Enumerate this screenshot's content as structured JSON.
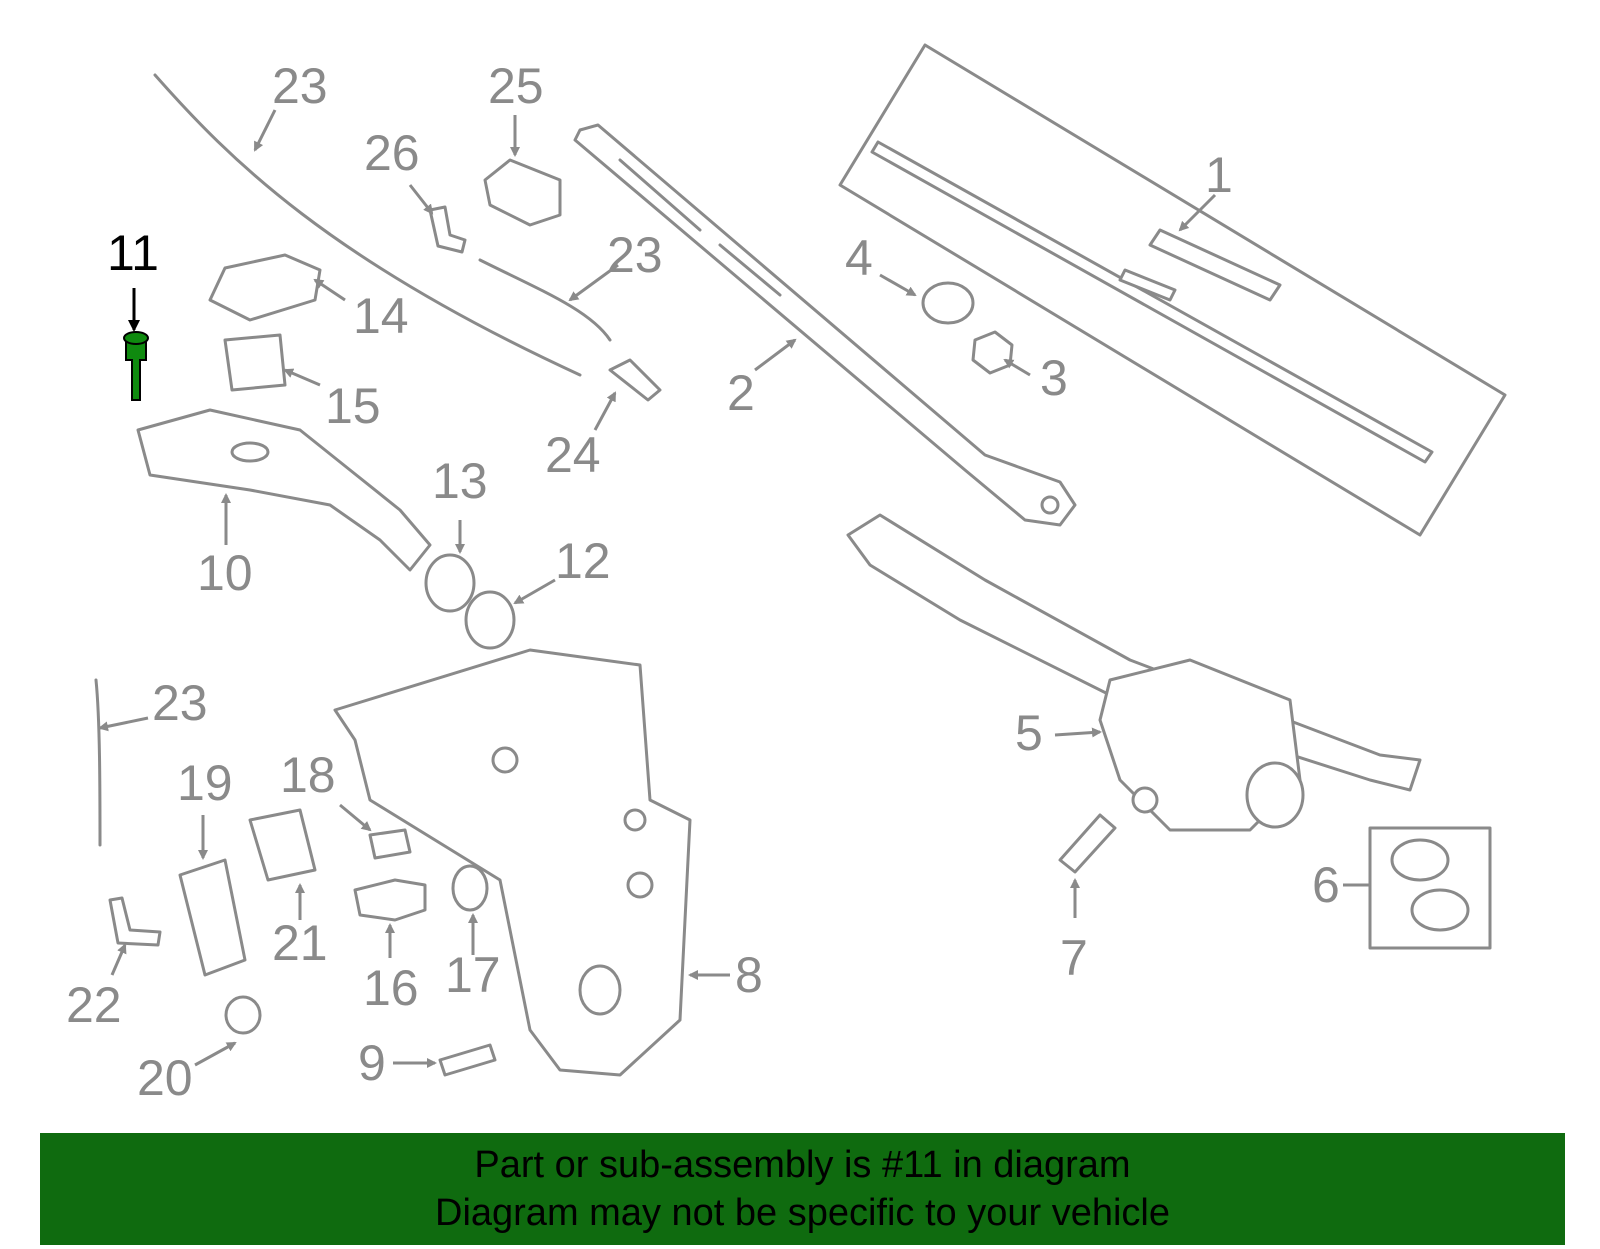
{
  "diagram": {
    "highlighted_part": "11",
    "highlight_color": "#0f8a0f",
    "line_color": "#8a8a8a",
    "callouts": [
      "1",
      "2",
      "3",
      "4",
      "5",
      "6",
      "7",
      "8",
      "9",
      "10",
      "11",
      "12",
      "13",
      "14",
      "15",
      "16",
      "17",
      "18",
      "19",
      "20",
      "21",
      "22",
      "23",
      "23",
      "23",
      "24",
      "25",
      "26"
    ]
  },
  "banner": {
    "line1": "Part or sub-assembly is #11 in diagram",
    "line2": "Diagram may not be specific to your vehicle",
    "background": "#0f6b0f"
  }
}
